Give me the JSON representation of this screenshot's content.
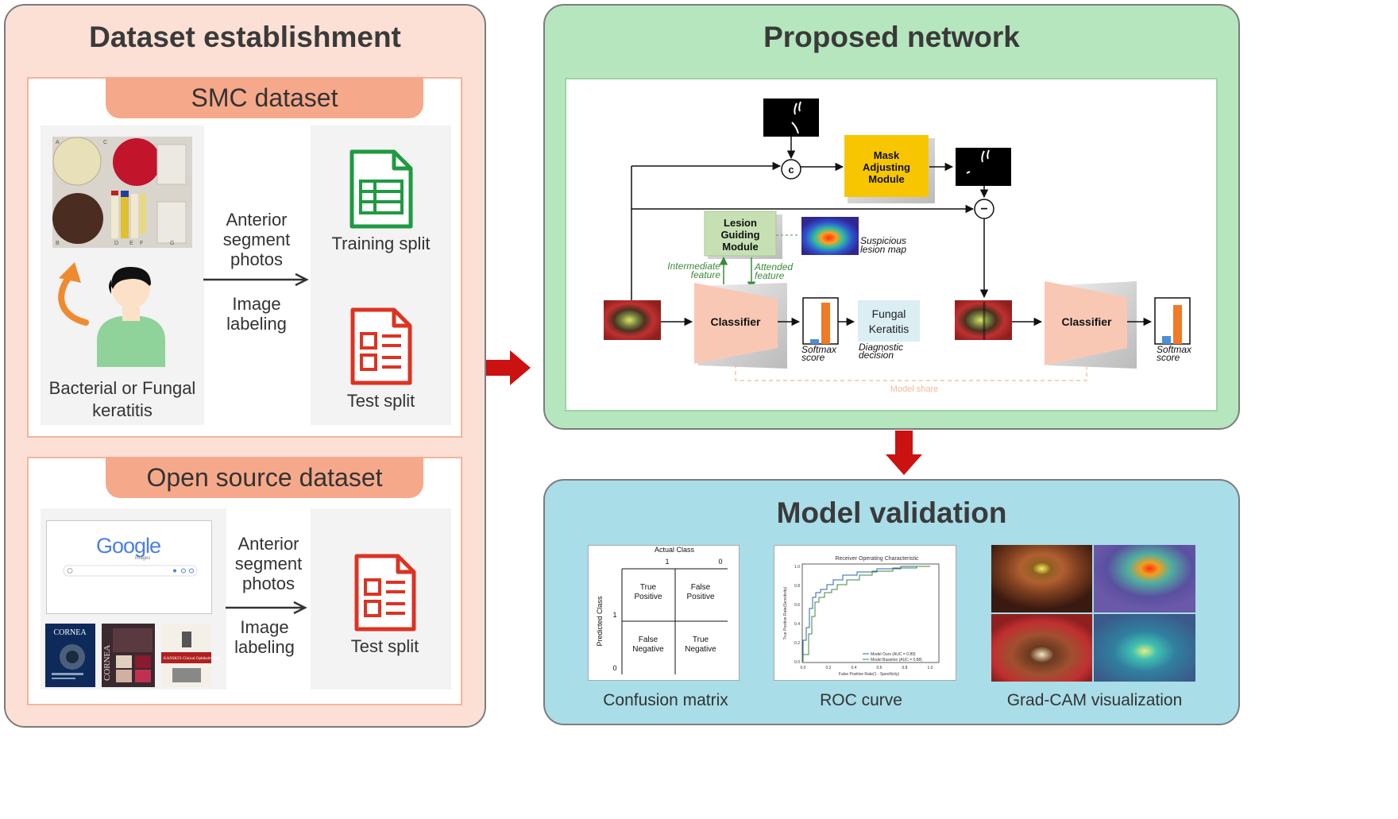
{
  "left": {
    "title": "Dataset establishment",
    "smc": {
      "tag": "SMC dataset",
      "plate_letters": [
        "A",
        "B",
        "C",
        "D",
        "E",
        "F",
        "G"
      ],
      "patient_label_1": "Bacterial or Fungal",
      "patient_label_2": "keratitis",
      "arrow_label_top": [
        "Anterior",
        "segment",
        "photos"
      ],
      "arrow_label_bottom": [
        "Image",
        "labeling"
      ],
      "training": "Training split",
      "test": "Test split"
    },
    "open": {
      "tag": "Open source dataset",
      "google_logo": "Google",
      "google_sub": "images",
      "books": [
        "CORNEA",
        "CORNEA",
        "KANSKI'S Clinical Ophthalmology"
      ],
      "arrow_label_top": [
        "Anterior",
        "segment",
        "photos"
      ],
      "arrow_label_bottom": [
        "Image",
        "labeling"
      ],
      "test": "Test split"
    }
  },
  "right_top": {
    "title": "Proposed network",
    "concat": "c",
    "subtract": "−",
    "mask_module": [
      "Mask",
      "Adjusting",
      "Module"
    ],
    "lesion_module": [
      "Lesion",
      "Guiding",
      "Module"
    ],
    "suspicious": [
      "Suspicious",
      "lesion map"
    ],
    "intermediate": [
      "Intermediate",
      "feature"
    ],
    "attended": [
      "Attended",
      "feature"
    ],
    "classifier": "Classifier",
    "classifier2": "Classifier",
    "fungal": [
      "Fungal",
      "Keratitis"
    ],
    "softmax": [
      "Softmax",
      "score"
    ],
    "softmax2": [
      "Softmax",
      "score"
    ],
    "diagnostic": [
      "Diagnostic",
      "decision"
    ],
    "model_share": "Model share"
  },
  "right_bottom": {
    "title": "Model validation",
    "confusion": {
      "actual": "Actual Class",
      "predicted": "Predicted Class",
      "col1": "1",
      "col0": "0",
      "row1": "1",
      "row0": "0",
      "tp": [
        "True",
        "Positive"
      ],
      "fp": [
        "False",
        "Positive"
      ],
      "fn": [
        "False",
        "Negative"
      ],
      "tn": [
        "True",
        "Negative"
      ],
      "caption": "Confusion matrix"
    },
    "roc": {
      "title": "Receiver Operating Characteristic",
      "xlabel": "False Positive Rate(1 - Specificity)",
      "ylabel": "True Positive Rate(Sensitivity)",
      "legend1": "Model Ours (AUC = 0.89)",
      "legend2": "Model Baseline (AUC = 0.88)",
      "xticks": [
        "0.0",
        "0.2",
        "0.4",
        "0.6",
        "0.8",
        "1.0"
      ],
      "yticks": [
        "0.0",
        "0.2",
        "0.4",
        "0.6",
        "0.8",
        "1.0"
      ],
      "caption": "ROC curve"
    },
    "gradcam": {
      "caption": "Grad-CAM visualization"
    }
  },
  "colors": {
    "left_bg": "#fde0d5",
    "net_bg": "#b6e6be",
    "val_bg": "#a9dde8",
    "tag": "#f6a98a",
    "red_arrow": "#cc1111",
    "mask": "#f7c600",
    "lesion": "#c6e0b4",
    "classifier": "#f9c8b4",
    "fungal_box": "#daeef3",
    "green_doc": "#1f9a42",
    "red_doc": "#dd3322"
  }
}
